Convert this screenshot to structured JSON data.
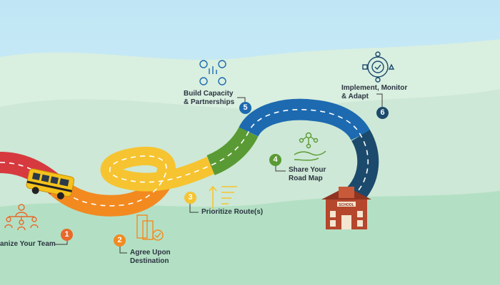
{
  "steps": [
    {
      "number": "1",
      "label": "anize Your Team",
      "color": "#e8692a"
    },
    {
      "number": "2",
      "label_line1": "Agree Upon",
      "label_line2": "Destination",
      "color": "#f28a20"
    },
    {
      "number": "3",
      "label": "Prioritize Route(s)",
      "color": "#f6c431"
    },
    {
      "number": "4",
      "label_line1": "Share Your",
      "label_line2": "Road Map",
      "color": "#5a9a34"
    },
    {
      "number": "5",
      "label_line1": "Build Capacity",
      "label_line2": "& Partnerships",
      "color": "#1d6ab0"
    },
    {
      "number": "6",
      "label_line1": "Implement, Monitor",
      "label_line2": "& Adapt",
      "color": "#1c4a6c"
    }
  ],
  "school_sign": "SCHOOL",
  "icons": [
    "team-icon",
    "checklist-icon",
    "priority-bars-icon",
    "network-hand-icon",
    "partnership-chart-icon",
    "gear-cycle-icon",
    "school-bus-icon",
    "school-building-icon"
  ],
  "colors": {
    "sky": "#c7eaf6",
    "hills": "#cfeadc",
    "road_red": "#d63a3f",
    "road_orange": "#f28a20",
    "road_yellow": "#f6c431",
    "road_green": "#5a9a34",
    "road_blue": "#1d6ab0",
    "road_navy": "#1c4a6c",
    "school": "#b5472d"
  }
}
